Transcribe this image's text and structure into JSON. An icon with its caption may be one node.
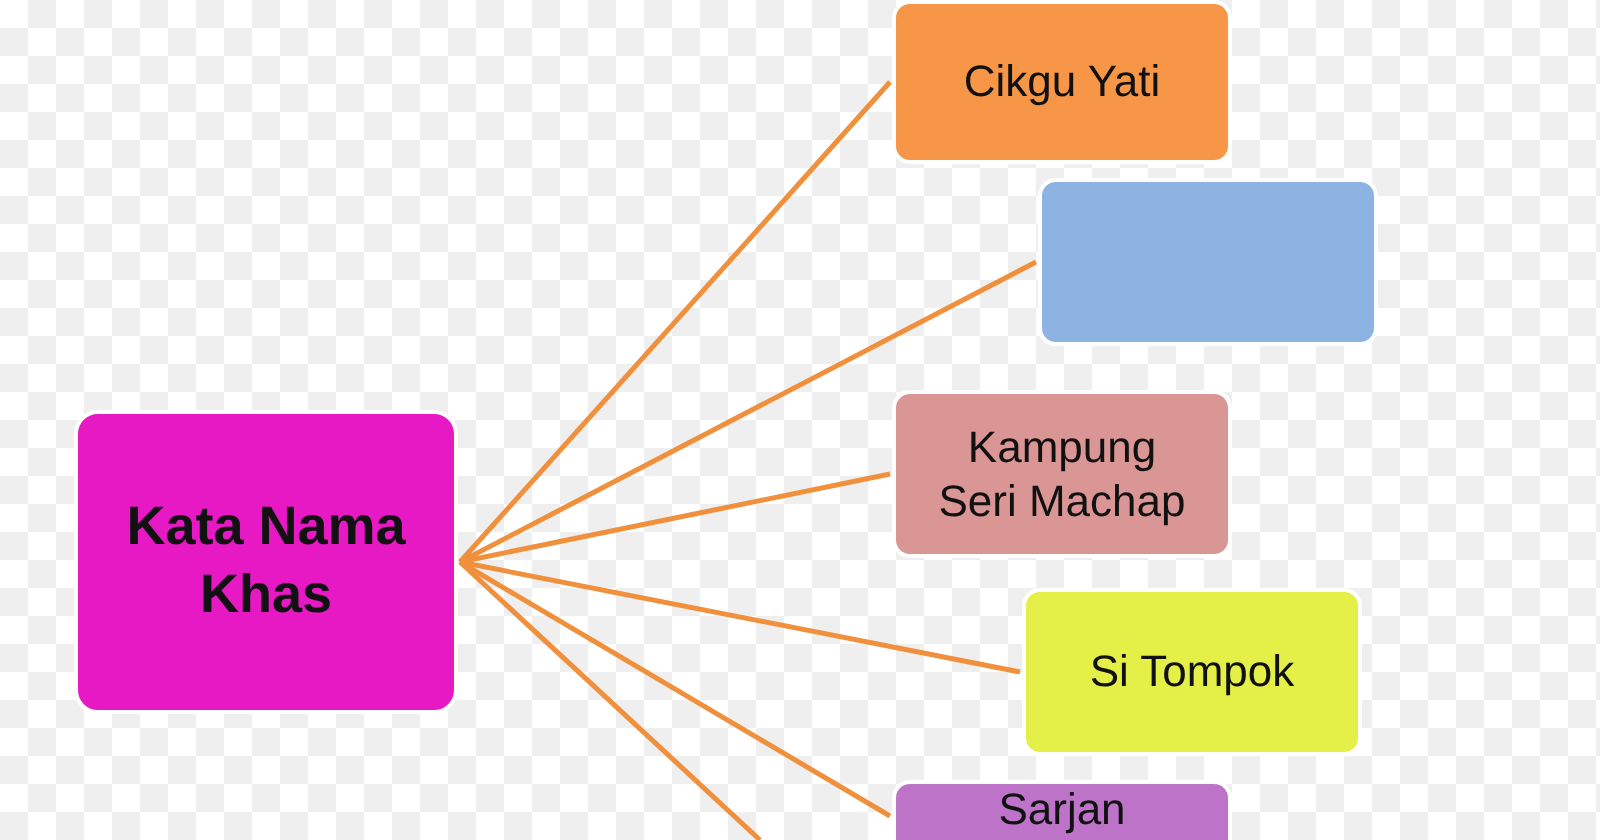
{
  "diagram": {
    "nodes": [
      {
        "text": [
          "Kata Nama Khas"
        ]
      },
      {
        "text": [
          "Cikgu Yati"
        ]
      },
      {
        "text": [],
        "shape": "box"
      },
      {
        "text": [
          "Kampung Seri Machap"
        ]
      },
      {
        "text": [
          "Si Tompok"
        ]
      },
      {
        "text": [
          "Sarjan"
        ]
      }
    ],
    "edges": [
      {
        "from": 0,
        "to": 1,
        "arrow": "none"
      },
      {
        "from": 0,
        "to": 2,
        "arrow": "none"
      },
      {
        "from": 0,
        "to": 3,
        "arrow": "none"
      },
      {
        "from": 0,
        "to": 4,
        "arrow": "none"
      },
      {
        "from": 0,
        "to": 5,
        "arrow": "none"
      },
      {
        "from": 0,
        "to": null,
        "arrow": "none"
      }
    ]
  }
}
